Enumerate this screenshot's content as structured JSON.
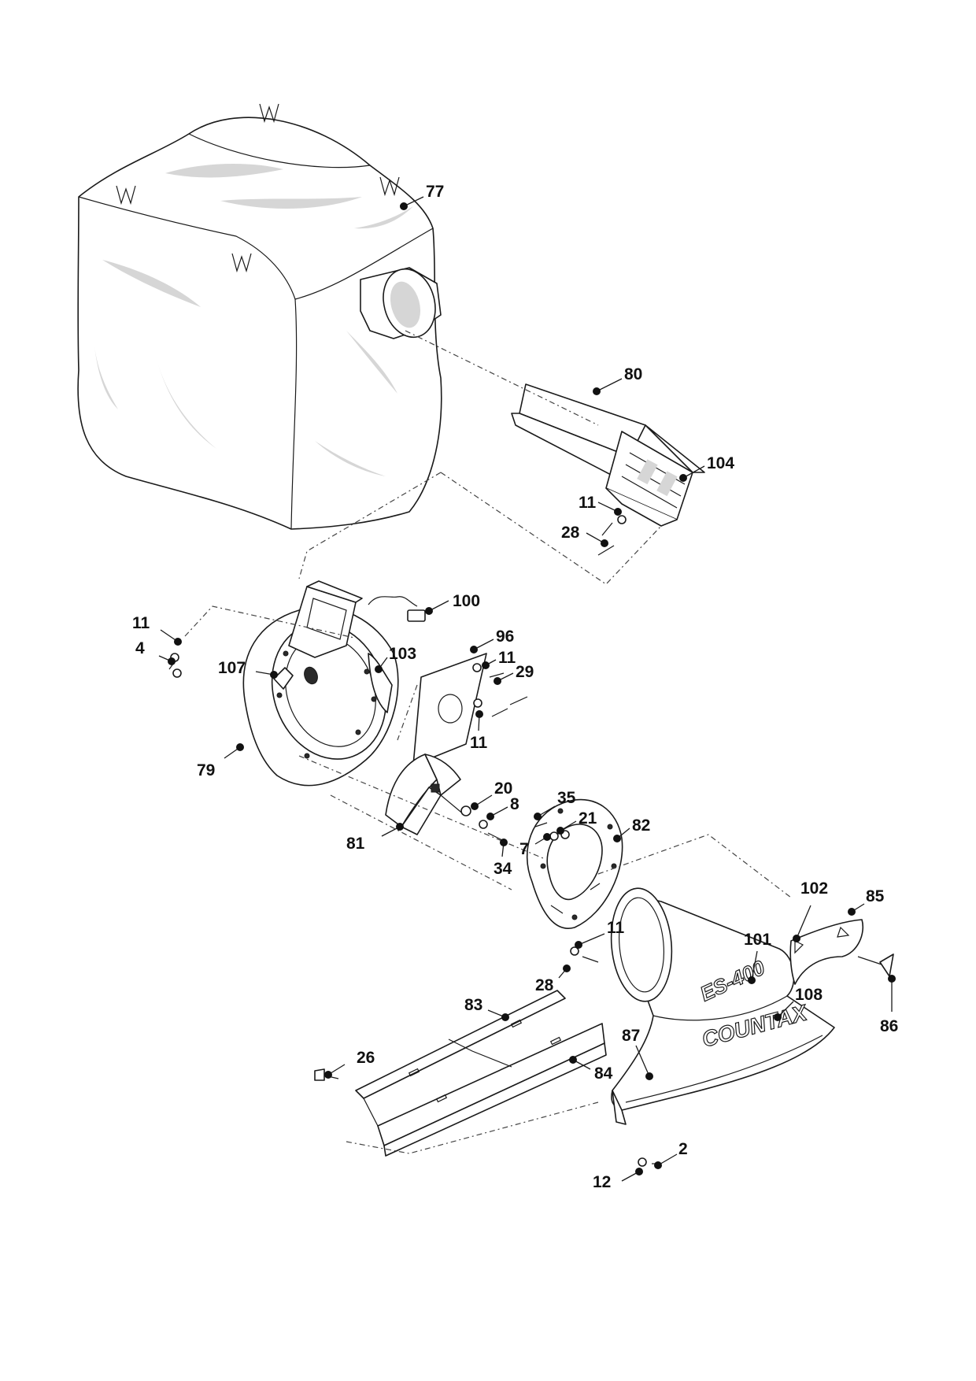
{
  "diagram": {
    "callouts": [
      {
        "id": "77",
        "label": "77"
      },
      {
        "id": "80",
        "label": "80"
      },
      {
        "id": "104",
        "label": "104"
      },
      {
        "id": "11a",
        "label": "11"
      },
      {
        "id": "28a",
        "label": "28"
      },
      {
        "id": "100",
        "label": "100"
      },
      {
        "id": "11b",
        "label": "11"
      },
      {
        "id": "4",
        "label": "4"
      },
      {
        "id": "107",
        "label": "107"
      },
      {
        "id": "103",
        "label": "103"
      },
      {
        "id": "96",
        "label": "96"
      },
      {
        "id": "11c",
        "label": "11"
      },
      {
        "id": "29",
        "label": "29"
      },
      {
        "id": "11d",
        "label": "11"
      },
      {
        "id": "79",
        "label": "79"
      },
      {
        "id": "20",
        "label": "20"
      },
      {
        "id": "8",
        "label": "8"
      },
      {
        "id": "35",
        "label": "35"
      },
      {
        "id": "21",
        "label": "21"
      },
      {
        "id": "82",
        "label": "82"
      },
      {
        "id": "7",
        "label": "7"
      },
      {
        "id": "81",
        "label": "81"
      },
      {
        "id": "34",
        "label": "34"
      },
      {
        "id": "102",
        "label": "102"
      },
      {
        "id": "85",
        "label": "85"
      },
      {
        "id": "11e",
        "label": "11"
      },
      {
        "id": "101",
        "label": "101"
      },
      {
        "id": "28b",
        "label": "28"
      },
      {
        "id": "108",
        "label": "108"
      },
      {
        "id": "86",
        "label": "86"
      },
      {
        "id": "83",
        "label": "83"
      },
      {
        "id": "87",
        "label": "87"
      },
      {
        "id": "26",
        "label": "26"
      },
      {
        "id": "84",
        "label": "84"
      },
      {
        "id": "2",
        "label": "2"
      },
      {
        "id": "12",
        "label": "12"
      }
    ],
    "nozzle_model_text": "ES-400",
    "nozzle_brand_text": "COUNTAX"
  }
}
